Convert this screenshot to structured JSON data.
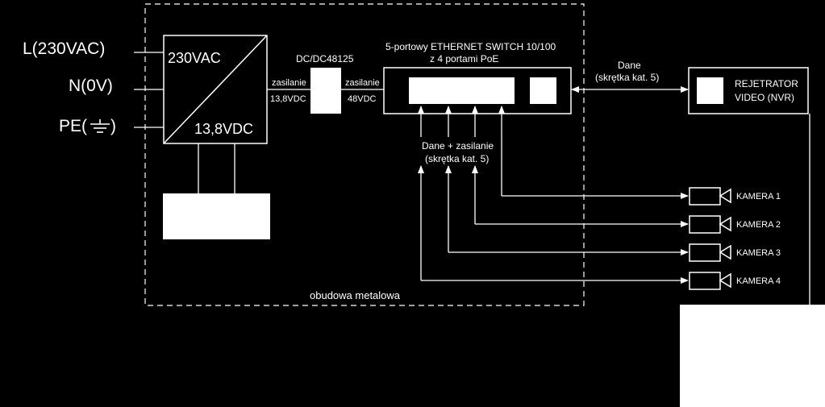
{
  "colors": {
    "background": "#000000",
    "foreground": "#ffffff"
  },
  "inputs": {
    "l": "L(230VAC)",
    "n": "N(0V)",
    "pe_prefix": "PE(",
    "pe_suffix": ")"
  },
  "psu": {
    "input_label": "230VAC",
    "output_label": "13,8VDC"
  },
  "wires": {
    "psu_out_1": "zasilanie",
    "psu_out_2": "13,8VDC",
    "dcdc_out_1": "zasilanie",
    "dcdc_out_2": "48VDC"
  },
  "dcdc": {
    "label": "DC/DC48125"
  },
  "switch": {
    "title_1": "5-portowy ETHERNET SWITCH 10/100",
    "title_2": "z 4 portami PoE"
  },
  "data_link": {
    "line_1": "Dane",
    "line_2": "(skrętka kat. 5)"
  },
  "nvr": {
    "line_1": "REJETRATOR",
    "line_2": "VIDEO (NVR)"
  },
  "poe_link": {
    "line_1": "Dane + zasilanie",
    "line_2": "(skrętka kat. 5)"
  },
  "cameras": [
    "KAMERA 1",
    "KAMERA 2",
    "KAMERA 3",
    "KAMERA 4"
  ],
  "enclosure": {
    "label": "obudowa metalowa"
  }
}
